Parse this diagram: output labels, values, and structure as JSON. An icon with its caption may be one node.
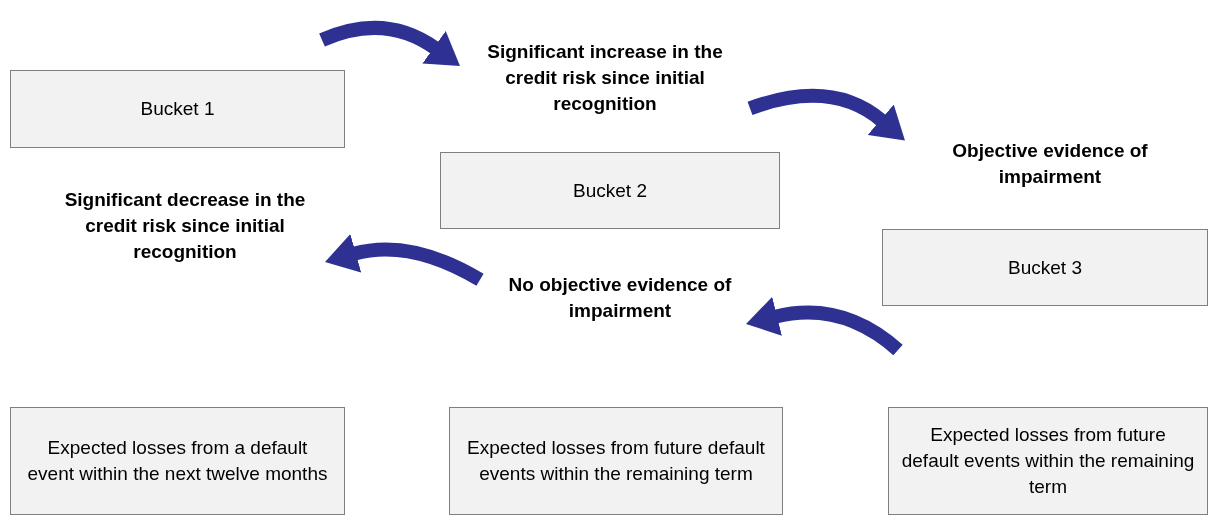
{
  "diagram": {
    "nodes": [
      {
        "text": [
          "Bucket 1"
        ]
      },
      {
        "text": [
          "Significant increase in the credit risk since initial recognition"
        ]
      },
      {
        "text": [
          "Bucket 2"
        ]
      },
      {
        "text": [
          "Objective evidence of impairment"
        ]
      },
      {
        "text": [
          "Significant decrease in the credit risk since initial recognition"
        ]
      },
      {
        "text": [
          "Bucket 3"
        ]
      },
      {
        "text": [
          "No objective evidence of impairment"
        ]
      },
      {
        "text": [
          "Expected losses from a default event within the next twelve months"
        ]
      },
      {
        "text": [
          "Expected losses from future default events within the remaining term"
        ]
      },
      {
        "text": [
          "Expected losses from future default events within the remaining term"
        ]
      }
    ],
    "edges": [
      {
        "from": null,
        "to": 1,
        "arrow": "to"
      },
      {
        "from": 1,
        "to": 3,
        "arrow": "to"
      },
      {
        "from": 6,
        "to": 4,
        "arrow": "to"
      },
      {
        "from": null,
        "to": 6,
        "arrow": "to"
      }
    ]
  }
}
